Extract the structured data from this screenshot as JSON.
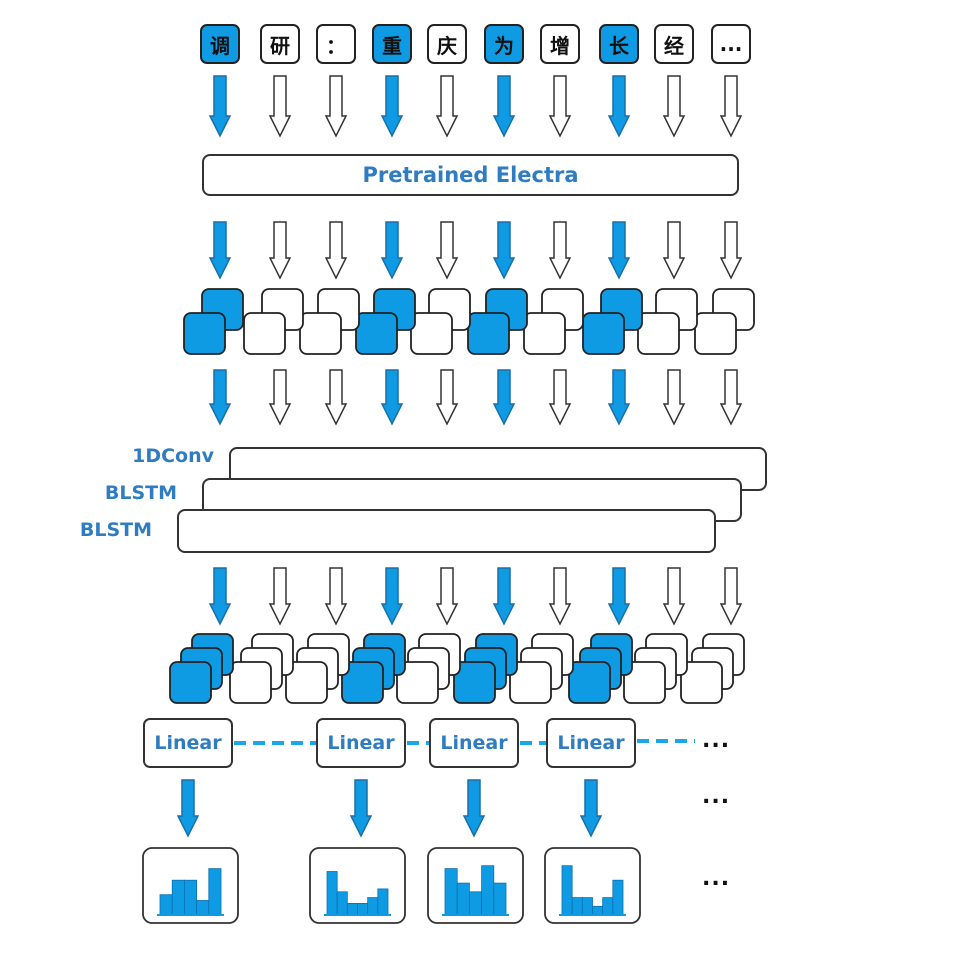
{
  "tokens": [
    {
      "text": "调",
      "highlighted": true
    },
    {
      "text": "研",
      "highlighted": false
    },
    {
      "text": "：",
      "highlighted": false
    },
    {
      "text": "重",
      "highlighted": true
    },
    {
      "text": "庆",
      "highlighted": false
    },
    {
      "text": "为",
      "highlighted": true
    },
    {
      "text": "增",
      "highlighted": false
    },
    {
      "text": "长",
      "highlighted": true
    },
    {
      "text": "经",
      "highlighted": false
    },
    {
      "text": "...",
      "highlighted": false
    }
  ],
  "encoder": {
    "label": "Pretrained Electra"
  },
  "layers": {
    "conv": "1DConv",
    "blstm1": "BLSTM",
    "blstm2": "BLSTM"
  },
  "linear_label": "Linear",
  "ellipsis": "...",
  "histograms": [
    {
      "bars": [
        0.35,
        0.6,
        0.6,
        0.25,
        0.8
      ]
    },
    {
      "bars": [
        0.75,
        0.4,
        0.2,
        0.2,
        0.3,
        0.45
      ]
    },
    {
      "bars": [
        0.8,
        0.55,
        0.4,
        0.85,
        0.55
      ]
    },
    {
      "bars": [
        0.85,
        0.3,
        0.3,
        0.15,
        0.3,
        0.6
      ]
    }
  ],
  "colors": {
    "highlight": "#0f9be3",
    "label": "#2f7dc0",
    "outline": "#222222",
    "dash": "#1ba6e8"
  }
}
